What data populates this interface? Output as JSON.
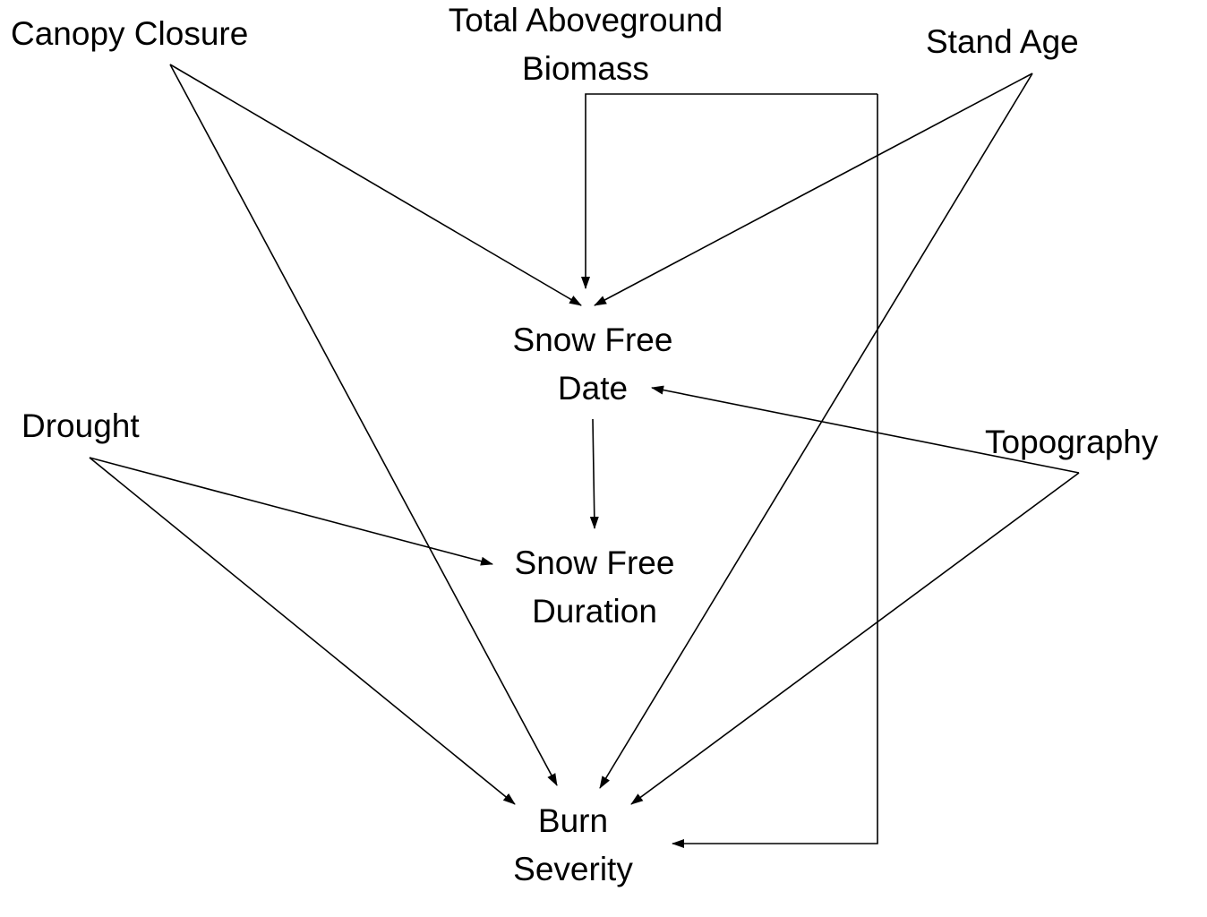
{
  "nodes": {
    "canopy_closure": {
      "label": "Canopy Closure"
    },
    "total_aboveground_biomass": {
      "line1": "Total Aboveground",
      "line2": "Biomass"
    },
    "stand_age": {
      "label": "Stand Age"
    },
    "snow_free_date": {
      "line1": "Snow Free",
      "line2": "Date"
    },
    "drought": {
      "label": "Drought"
    },
    "topography": {
      "label": "Topography"
    },
    "snow_free_duration": {
      "line1": "Snow Free",
      "line2": "Duration"
    },
    "burn_severity": {
      "line1": "Burn",
      "line2": "Severity"
    }
  },
  "edges": [
    {
      "from": "canopy_closure",
      "to": "snow_free_date"
    },
    {
      "from": "canopy_closure",
      "to": "burn_severity"
    },
    {
      "from": "total_aboveground_biomass",
      "to": "snow_free_date"
    },
    {
      "from": "total_aboveground_biomass",
      "to": "burn_severity"
    },
    {
      "from": "stand_age",
      "to": "snow_free_date"
    },
    {
      "from": "stand_age",
      "to": "burn_severity"
    },
    {
      "from": "topography",
      "to": "snow_free_date"
    },
    {
      "from": "topography",
      "to": "burn_severity"
    },
    {
      "from": "snow_free_date",
      "to": "snow_free_duration"
    },
    {
      "from": "drought",
      "to": "snow_free_duration"
    },
    {
      "from": "drought",
      "to": "burn_severity"
    }
  ],
  "colors": {
    "line": "#000000",
    "text": "#000000",
    "background": "#ffffff"
  }
}
